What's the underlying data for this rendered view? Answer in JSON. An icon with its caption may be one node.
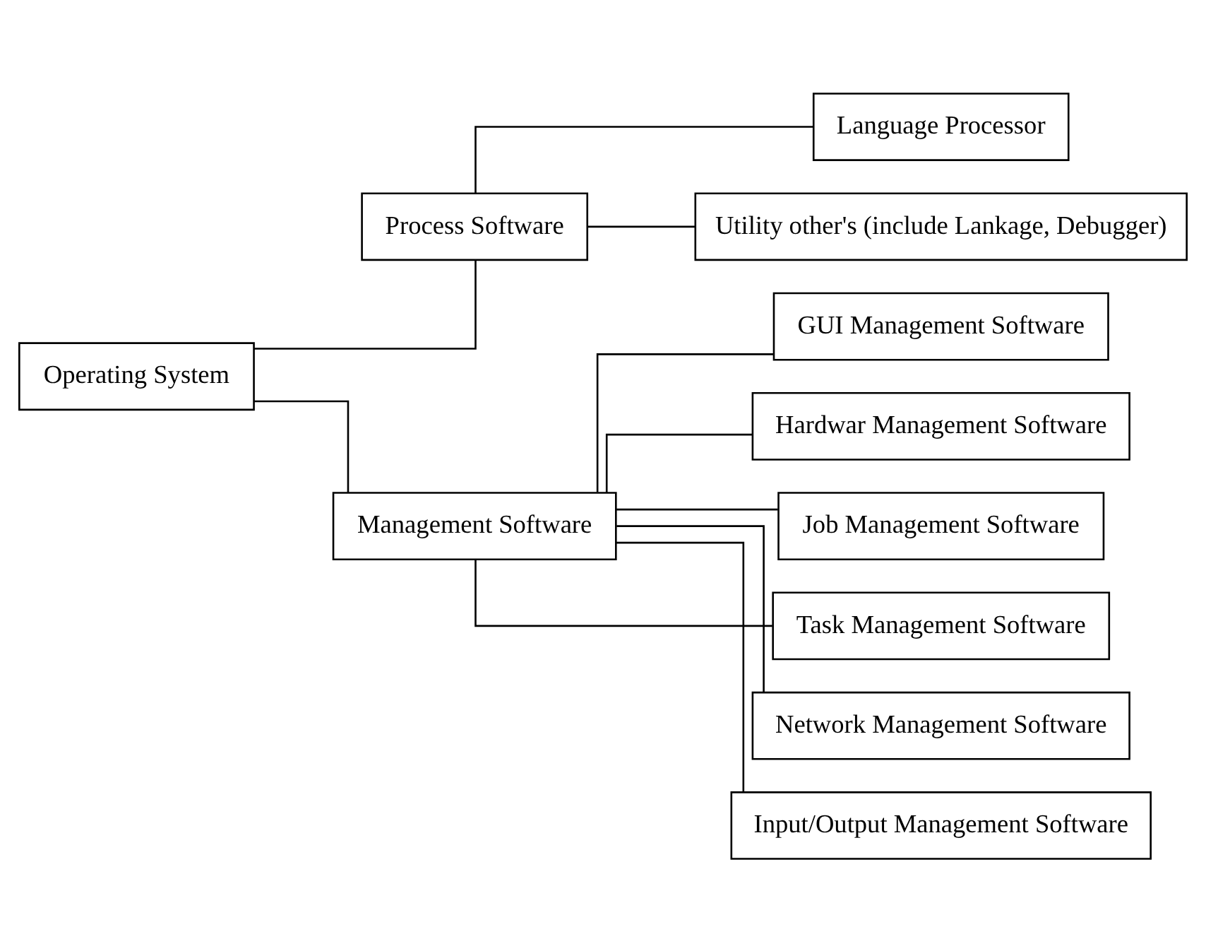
{
  "diagram": {
    "nodes": [
      {
        "text": [
          "Operating System"
        ]
      },
      {
        "text": [
          "Process Software"
        ]
      },
      {
        "text": [
          "Management Software"
        ]
      },
      {
        "text": [
          "Language Processor"
        ]
      },
      {
        "text": [
          "Utility other's (include Lankage, Debugger)"
        ]
      },
      {
        "text": [
          "GUI Management Software"
        ]
      },
      {
        "text": [
          "Hardwar Management Software"
        ]
      },
      {
        "text": [
          "Job Management Software"
        ]
      },
      {
        "text": [
          "Task Management Software"
        ]
      },
      {
        "text": [
          "Network Management Software"
        ]
      },
      {
        "text": [
          "Input/Output Management Software"
        ]
      }
    ],
    "edges": [
      {
        "from": 0,
        "to": 1,
        "arrow": "none"
      },
      {
        "from": 0,
        "to": 2,
        "arrow": "none"
      },
      {
        "from": 1,
        "to": 3,
        "arrow": "none"
      },
      {
        "from": 1,
        "to": 4,
        "arrow": "none"
      },
      {
        "from": 2,
        "to": 5,
        "arrow": "none"
      },
      {
        "from": 2,
        "to": 6,
        "arrow": "none"
      },
      {
        "from": 2,
        "to": 7,
        "arrow": "none"
      },
      {
        "from": 2,
        "to": 8,
        "arrow": "none"
      },
      {
        "from": 2,
        "to": 9,
        "arrow": "none"
      },
      {
        "from": 2,
        "to": 10,
        "arrow": "none"
      }
    ]
  }
}
